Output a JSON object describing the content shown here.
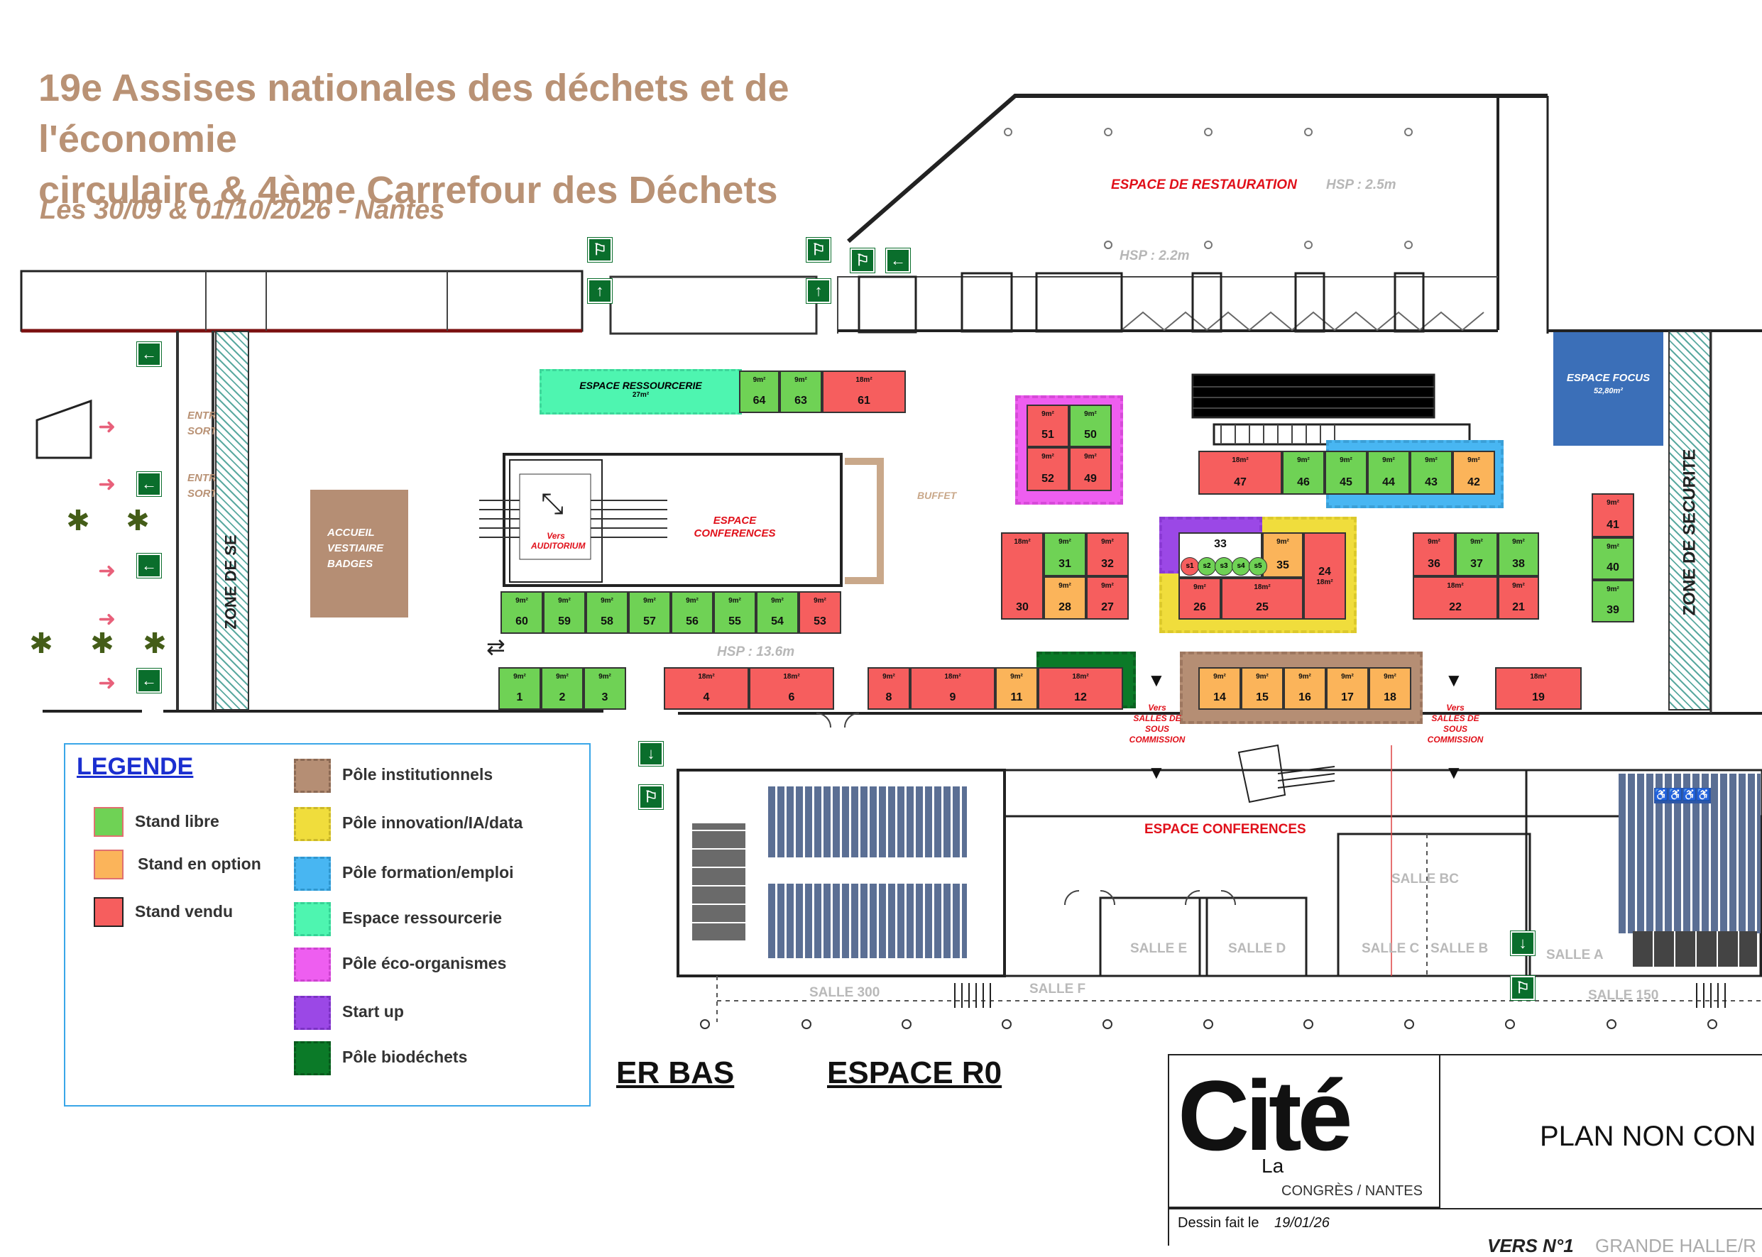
{
  "header": {
    "title_line1": "19e Assises nationales des déchets et de l'économie",
    "title_line2": "circulaire & 4ème Carrefour des Déchets",
    "subtitle": "Les 30/09 & 01/10/2026 - Nantes"
  },
  "colors": {
    "title": "#b99275",
    "stand_libre": "#6fd255",
    "stand_option": "#fbb45a",
    "stand_vendu": "#f65e5e",
    "pole_institutionnels": "#b58e74",
    "pole_innovation": "#f0dd3c",
    "pole_formation": "#48b6f2",
    "espace_ressourcerie": "#4ef5b0",
    "pole_eco_organismes": "#ee5ef0",
    "start_up": "#9b48e6",
    "pole_biodechets": "#0b7a28",
    "espace_focus": "#3b6fb8",
    "accueil": "#b58e74",
    "red_labels": "#e0101a"
  },
  "legend": {
    "title": "LEGENDE",
    "stand_libre": "Stand libre",
    "stand_option": "Stand en option",
    "stand_vendu": "Stand vendu",
    "pole_institutionnels": "Pôle institutionnels",
    "pole_innovation": "Pôle innovation/IA/data",
    "pole_formation": "Pôle formation/emploi",
    "espace_ressourcerie": "Espace ressourcerie",
    "pole_eco": "Pôle éco-organismes",
    "start_up": "Start up",
    "pole_biodechets": "Pôle biodéchets"
  },
  "labels": {
    "espace_restauration": "ESPACE DE RESTAURATION",
    "hsp_25": "HSP : 2.5m",
    "hsp_22": "HSP : 2.2m",
    "hsp_136": "HSP : 13.6m",
    "espace_ressourcerie": "ESPACE RESSOURCERIE",
    "espace_ressourcerie_size": "27m²",
    "espace_conferences_top": "ESPACE",
    "espace_conferences_bottom": "CONFERENCES",
    "vers_auditorium_1": "Vers",
    "vers_auditorium_2": "AUDITORIUM",
    "buffet": "BUFFET",
    "espace_focus": "ESPACE FOCUS",
    "espace_focus_size": "52,80m²",
    "entree_sortie_1": "ENTREE",
    "entree_sortie_2": "SORTIE",
    "accueil_1": "ACCUEIL",
    "accueil_2": "VESTIAIRE",
    "accueil_3": "BADGES",
    "zone_securite": "ZONE DE SECURITE",
    "zone_securite_left": "ZONE DE SE",
    "salles_sous_commission_1": "Vers",
    "salles_sous_commission_2": "SALLES DE",
    "salles_sous_commission_3": "SOUS",
    "salles_sous_commission_4": "COMMISSION",
    "espace_conferences_main": "ESPACE CONFERENCES",
    "salle_bc": "SALLE BC",
    "salle_e": "SALLE E",
    "salle_d": "SALLE D",
    "salle_c": "SALLE C",
    "salle_b": "SALLE B",
    "salle_a": "SALLE A",
    "salle_300": "SALLE 300",
    "salle_f": "SALLE F",
    "salle_150": "SALLE 150",
    "rez_bas": "ER BAS",
    "espace_r0": "ESPACE R0",
    "startup_stands": [
      "s1",
      "s2",
      "s3",
      "s4",
      "s5"
    ]
  },
  "titleblock": {
    "logo_main": "Cité",
    "logo_la": "La",
    "logo_sub": "CONGRÈS / NANTES",
    "plan_text": "PLAN NON CON",
    "dessin_label": "Dessin fait le",
    "dessin_date": "19/01/26",
    "version": "VERS N°1",
    "grande_halle": "GRANDE HALLE/R"
  },
  "stands": {
    "s64": {
      "num": "64",
      "size": "9m²"
    },
    "s63": {
      "num": "63",
      "size": "9m²"
    },
    "s61": {
      "num": "61",
      "size": "18m²"
    },
    "s60": {
      "num": "60",
      "size": "9m²"
    },
    "s59": {
      "num": "59",
      "size": "9m²"
    },
    "s58": {
      "num": "58",
      "size": "9m²"
    },
    "s57": {
      "num": "57",
      "size": "9m²"
    },
    "s56": {
      "num": "56",
      "size": "9m²"
    },
    "s55": {
      "num": "55",
      "size": "9m²"
    },
    "s54": {
      "num": "54",
      "size": "9m²"
    },
    "s53": {
      "num": "53",
      "size": "9m²"
    },
    "s1": {
      "num": "1",
      "size": "9m²"
    },
    "s2": {
      "num": "2",
      "size": "9m²"
    },
    "s3": {
      "num": "3",
      "size": "9m²"
    },
    "s4": {
      "num": "4",
      "size": "18m²"
    },
    "s6": {
      "num": "6",
      "size": "18m²"
    },
    "s8": {
      "num": "8",
      "size": "9m²"
    },
    "s9": {
      "num": "9",
      "size": "18m²"
    },
    "s11": {
      "num": "11",
      "size": "9m²"
    },
    "s12": {
      "num": "12",
      "size": "18m²"
    },
    "s14": {
      "num": "14",
      "size": "9m²"
    },
    "s15": {
      "num": "15",
      "size": "9m²"
    },
    "s16": {
      "num": "16",
      "size": "9m²"
    },
    "s17": {
      "num": "17",
      "size": "9m²"
    },
    "s18": {
      "num": "18",
      "size": "9m²"
    },
    "s19": {
      "num": "19",
      "size": "18m²"
    },
    "s51": {
      "num": "51",
      "size": "9m²"
    },
    "s50": {
      "num": "50",
      "size": "9m²"
    },
    "s52": {
      "num": "52",
      "size": "9m²"
    },
    "s49": {
      "num": "49",
      "size": "9m²"
    },
    "s47": {
      "num": "47",
      "size": "18m²"
    },
    "s46": {
      "num": "46",
      "size": "9m²"
    },
    "s45": {
      "num": "45",
      "size": "9m²"
    },
    "s44": {
      "num": "44",
      "size": "9m²"
    },
    "s43": {
      "num": "43",
      "size": "9m²"
    },
    "s42": {
      "num": "42",
      "size": "9m²"
    },
    "s30": {
      "num": "30",
      "size": "18m²"
    },
    "s31": {
      "num": "31",
      "size": "9m²"
    },
    "s32": {
      "num": "32",
      "size": "9m²"
    },
    "s28": {
      "num": "28",
      "size": "9m²"
    },
    "s27": {
      "num": "27",
      "size": "9m²"
    },
    "s33": {
      "num": "33",
      "size": ""
    },
    "s35": {
      "num": "35",
      "size": "9m²"
    },
    "s24": {
      "num": "24",
      "size": "18m²"
    },
    "s26": {
      "num": "26",
      "size": "9m²"
    },
    "s25": {
      "num": "25",
      "size": "18m²"
    },
    "s36": {
      "num": "36",
      "size": "9m²"
    },
    "s37": {
      "num": "37",
      "size": "9m²"
    },
    "s38": {
      "num": "38",
      "size": "9m²"
    },
    "s22": {
      "num": "22",
      "size": "18m²"
    },
    "s21": {
      "num": "21",
      "size": "9m²"
    },
    "s41": {
      "num": "41",
      "size": "9m²"
    },
    "s40": {
      "num": "40",
      "size": "9m²"
    },
    "s39": {
      "num": "39",
      "size": "9m²"
    }
  }
}
